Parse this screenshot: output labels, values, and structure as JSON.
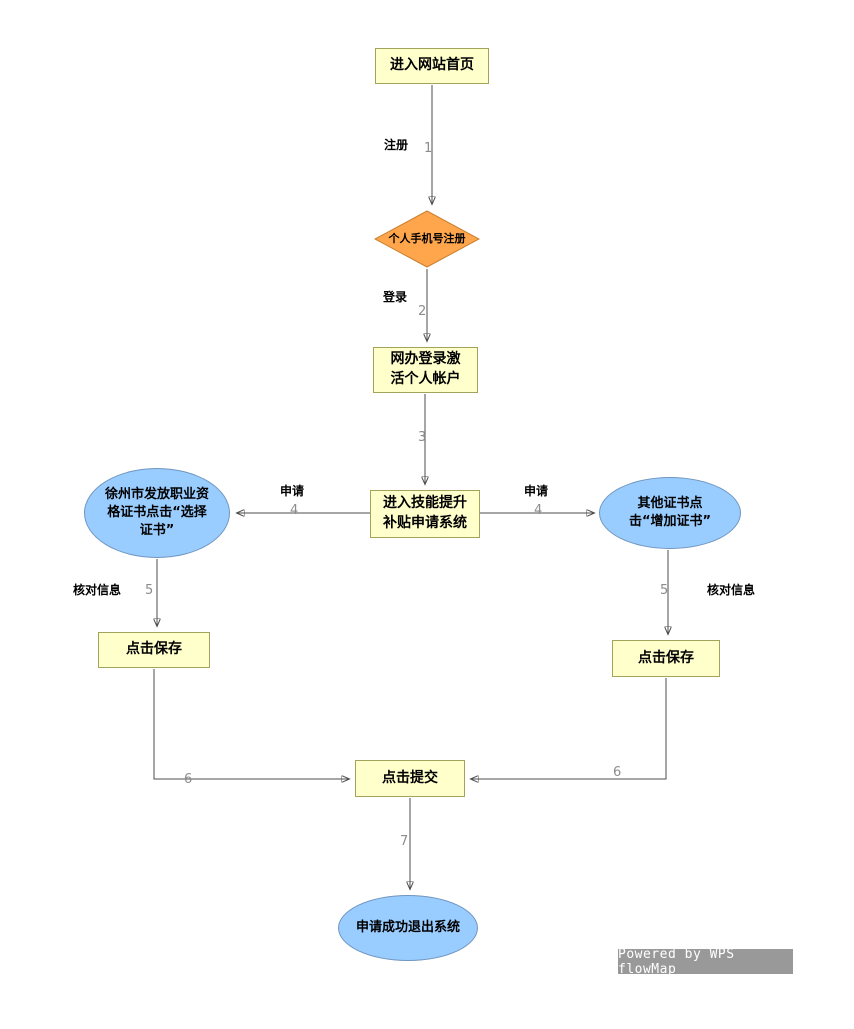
{
  "nodes": {
    "start": "进入网站首页",
    "phone_register": "个人手机号注册",
    "login_activate": "网办登录激\n活个人帐户",
    "apply_system": "进入技能提升\n补贴申请系统",
    "xuzhou_cert": "徐州市发放职业资\n格证书点击“选择\n证书”",
    "other_cert": "其他证书点\n击“增加证书”",
    "save_left": "点击保存",
    "save_right": "点击保存",
    "submit": "点击提交",
    "end": "申请成功退出系统"
  },
  "edges": {
    "register": {
      "label": "注册",
      "number": "1"
    },
    "login": {
      "label": "登录",
      "number": "2"
    },
    "activate": {
      "number": "3"
    },
    "apply_left": {
      "label": "申请",
      "number": "4"
    },
    "apply_right": {
      "label": "申请",
      "number": "4"
    },
    "verify_left": {
      "label": "核对信息",
      "number": "5"
    },
    "verify_right": {
      "label": "核对信息",
      "number": "5"
    },
    "to_submit_left": {
      "number": "6"
    },
    "to_submit_right": {
      "number": "6"
    },
    "finish": {
      "number": "7"
    }
  },
  "footer": {
    "credit": "Powered by WPS flowMap"
  },
  "colors": {
    "process_fill": "#ffffcc",
    "process_border": "#a3a35c",
    "decision_fill": "#ffa64d",
    "decision_border": "#c97f2e",
    "terminal_fill": "#99ccff",
    "terminal_border": "#7096bf",
    "connector": "#4d4d4d",
    "number_text": "#8c8c8c",
    "footer_bg": "#999999",
    "footer_text": "#ffffff"
  }
}
